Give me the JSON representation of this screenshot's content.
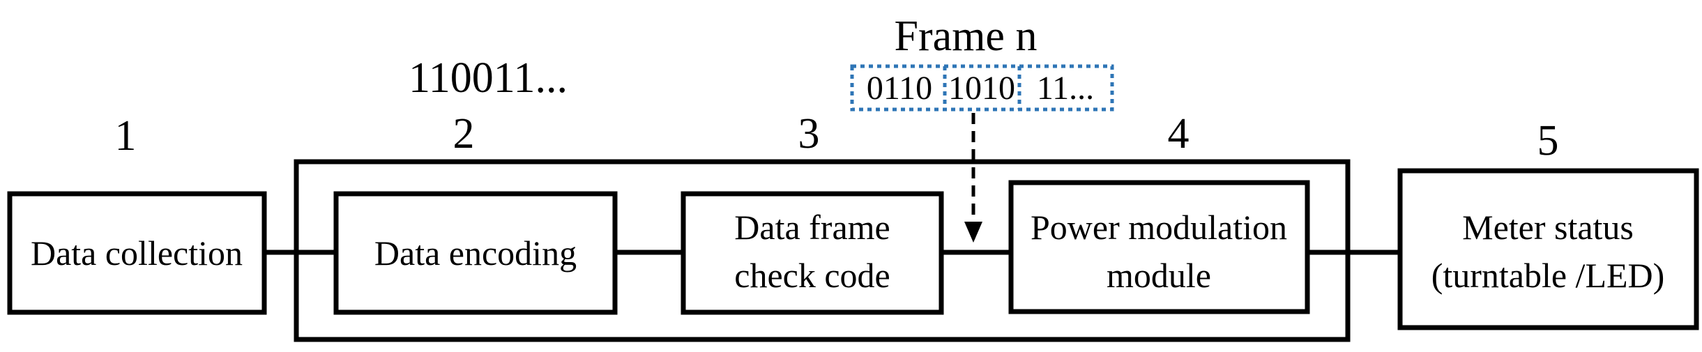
{
  "frame_annotation": {
    "title": "Frame n",
    "bits_part1": "0110",
    "bits_part2": "1010",
    "bits_part3": "11..."
  },
  "bit_stream": "110011...",
  "numbers": {
    "n1": "1",
    "n2": "2",
    "n3": "3",
    "n4": "4",
    "n5": "5"
  },
  "blocks": {
    "data_collection": {
      "line1": "Data collection"
    },
    "data_encoding": {
      "line1": "Data encoding"
    },
    "check_code": {
      "line1": "Data frame",
      "line2": "check code"
    },
    "power_modulation": {
      "line1": "Power modulation",
      "line2": "module"
    },
    "meter_status": {
      "line1": "Meter status",
      "line2": "(turntable /LED)"
    }
  },
  "colors": {
    "line": "#000000",
    "frame_dots": "#2e75b6"
  }
}
